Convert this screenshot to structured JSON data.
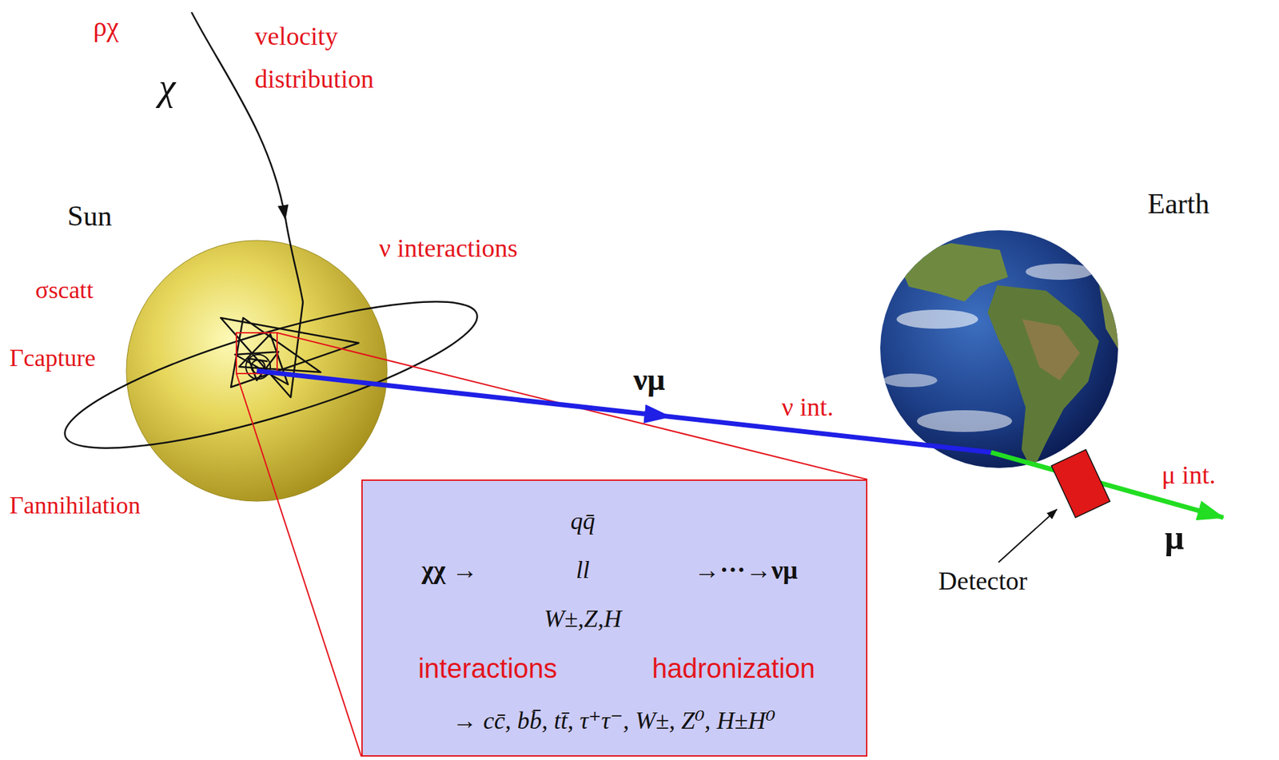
{
  "diagram": {
    "nodes": [
      {
        "text": [
          "Sun"
        ]
      },
      {
        "text": [
          "Earth"
        ]
      },
      {
        "text": [
          "χχ →",
          "qq̄",
          "ll",
          "W±,Z,H",
          "→···→νμ",
          "interactions",
          "hadronization",
          "→ cc̄, bb̄, tt̄, τ⁺τ⁻, W±, Z⁰, H±H⁰"
        ]
      }
    ],
    "edges": [
      {
        "from": 0,
        "to": 1,
        "arrow": "to",
        "label": "νμ"
      }
    ],
    "labels": [
      "ρχ",
      "velocity distribution",
      "χ",
      "σscatt",
      "Γcapture",
      "Γannihilation",
      "ν interactions",
      "ν int.",
      "μ int.",
      "μ",
      "Detector"
    ]
  }
}
